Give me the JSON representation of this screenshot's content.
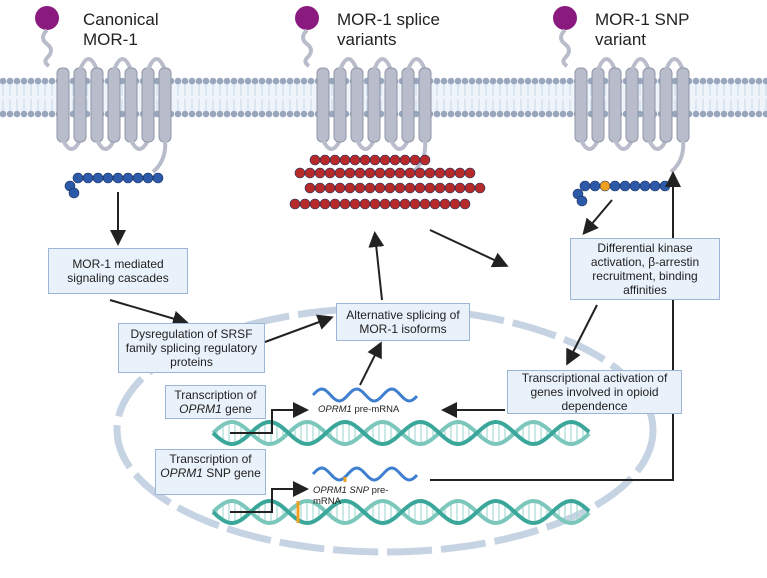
{
  "titles": {
    "canonical": "Canonical MOR-1",
    "splice": "MOR-1 splice variants",
    "snp": "MOR-1 SNP variant"
  },
  "boxes": {
    "signaling": "MOR-1 mediated signaling cascades",
    "dysregulation": "Dysregulation of SRSF family splicing regulatory proteins",
    "alt_splicing": "Alternative splicing of MOR-1 isoforms",
    "differential": "Differential kinase activation, β-arrestin recruitment, binding affinities",
    "transcriptional": "Transcriptional activation of genes involved in opioid dependence",
    "transcription_gene_a": "Transcription of",
    "transcription_gene_gene": "OPRM1",
    "transcription_gene_b": "gene",
    "transcription_snp_a": "Transcription of",
    "transcription_snp_gene": "OPRM1",
    "transcription_snp_b": "SNP gene"
  },
  "labels": {
    "premrna_gene": "OPRM1",
    "premrna_suffix": "pre-mRNA",
    "snp_premrna_gene": "OPRM1 SNP",
    "snp_premrna_suffix": "pre-mRNA"
  },
  "colors": {
    "receptor": "#b9bccb",
    "ligand_head": "#8b1a7e",
    "blue_bead": "#2d5aa8",
    "red_bead": "#b62a2a",
    "snp_bead": "#f0a020",
    "dna": "#3aa79a",
    "mrna": "#3f7fcf",
    "membrane": "#98a7bd",
    "box_fill": "#e9f1fb"
  }
}
